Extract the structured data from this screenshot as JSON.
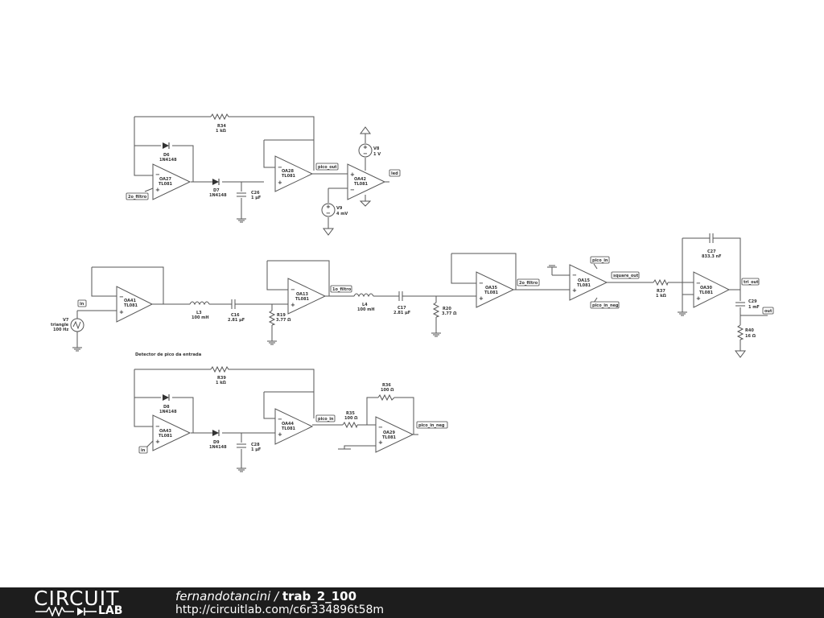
{
  "diagram": {
    "note": "Detector de pico da entrada",
    "labels": {
      "in_a": "in",
      "in_b": "in",
      "pico_out": "pico_out",
      "led": "led",
      "f2a": "2o_filtro",
      "f2b": "2o_filtro",
      "f1": "1o_filtro",
      "pico_in_a": "pico_in",
      "pico_in_b": "pico_in",
      "pico_in_neg_a": "pico_in_neg",
      "pico_in_neg_b": "pico_in_neg",
      "square_out": "square_out",
      "tri_out": "tri_out",
      "out": "out"
    },
    "components": {
      "R34": [
        "R34",
        "1 kΩ"
      ],
      "R39": [
        "R39",
        "1 kΩ"
      ],
      "R35": [
        "R35",
        "100 Ω"
      ],
      "R36": [
        "R36",
        "100 Ω"
      ],
      "R37": [
        "R37",
        "1 kΩ"
      ],
      "R19": [
        "R19",
        "3.77 Ω"
      ],
      "R20": [
        "R20",
        "3.77 Ω"
      ],
      "R40": [
        "R40",
        "16 Ω"
      ],
      "D6": [
        "D6",
        "1N4148"
      ],
      "D7": [
        "D7",
        "1N4148"
      ],
      "D8": [
        "D8",
        "1N4148"
      ],
      "D9": [
        "D9",
        "1N4148"
      ],
      "C26": [
        "C26",
        "1 µF"
      ],
      "C28": [
        "C28",
        "1 µF"
      ],
      "C16": [
        "C16",
        "2.81 µF"
      ],
      "C17": [
        "C17",
        "2.81 µF"
      ],
      "C27": [
        "C27",
        "833.3 nF"
      ],
      "C29": [
        "C29",
        "1 mF"
      ],
      "L3": [
        "L3",
        "100 mH"
      ],
      "L4": [
        "L4",
        "100 mH"
      ],
      "V8": [
        "V8",
        "1 V"
      ],
      "V9": [
        "V9",
        "4 mV"
      ],
      "V7": [
        "V7",
        "triangle",
        "100 Hz"
      ],
      "OA27": [
        "OA27",
        "TL081"
      ],
      "OA28": [
        "OA28",
        "TL081"
      ],
      "OA42": [
        "OA42",
        "TL081"
      ],
      "OA41": [
        "OA41",
        "TL081"
      ],
      "OA13": [
        "OA13",
        "TL081"
      ],
      "OA35": [
        "OA35",
        "TL081"
      ],
      "OA15": [
        "OA15",
        "TL081"
      ],
      "OA30": [
        "OA30",
        "TL081"
      ],
      "OA43": [
        "OA43",
        "TL081"
      ],
      "OA44": [
        "OA44",
        "TL081"
      ],
      "OA29": [
        "OA29",
        "TL081"
      ]
    }
  },
  "footer": {
    "logo_top": "CIRCUIT",
    "logo_bottom": "LAB",
    "author": "fernandotancini",
    "separator": " / ",
    "project": "trab_2_100",
    "url": "http://circuitlab.com/c6r334896t58m"
  }
}
